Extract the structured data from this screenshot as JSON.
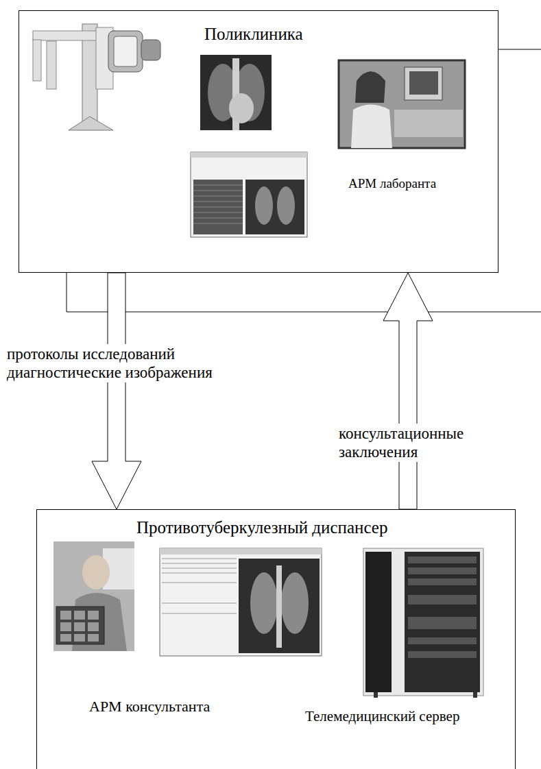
{
  "diagram": {
    "nodes": [
      {
        "text": [
          "Поликлиника"
        ]
      },
      {
        "text": [
          "Противотуберкулезный диспансер"
        ]
      }
    ],
    "edges": [
      {
        "from": 0,
        "to": 1,
        "arrow": "to",
        "label": "протоколы исследований диагностические изображения"
      },
      {
        "from": 1,
        "to": 0,
        "arrow": "to",
        "label": "консультационные заключения"
      }
    ],
    "labels": [
      "АРМ лаборанта",
      "АРМ консультанта",
      "Телемедицинский сервер"
    ]
  }
}
